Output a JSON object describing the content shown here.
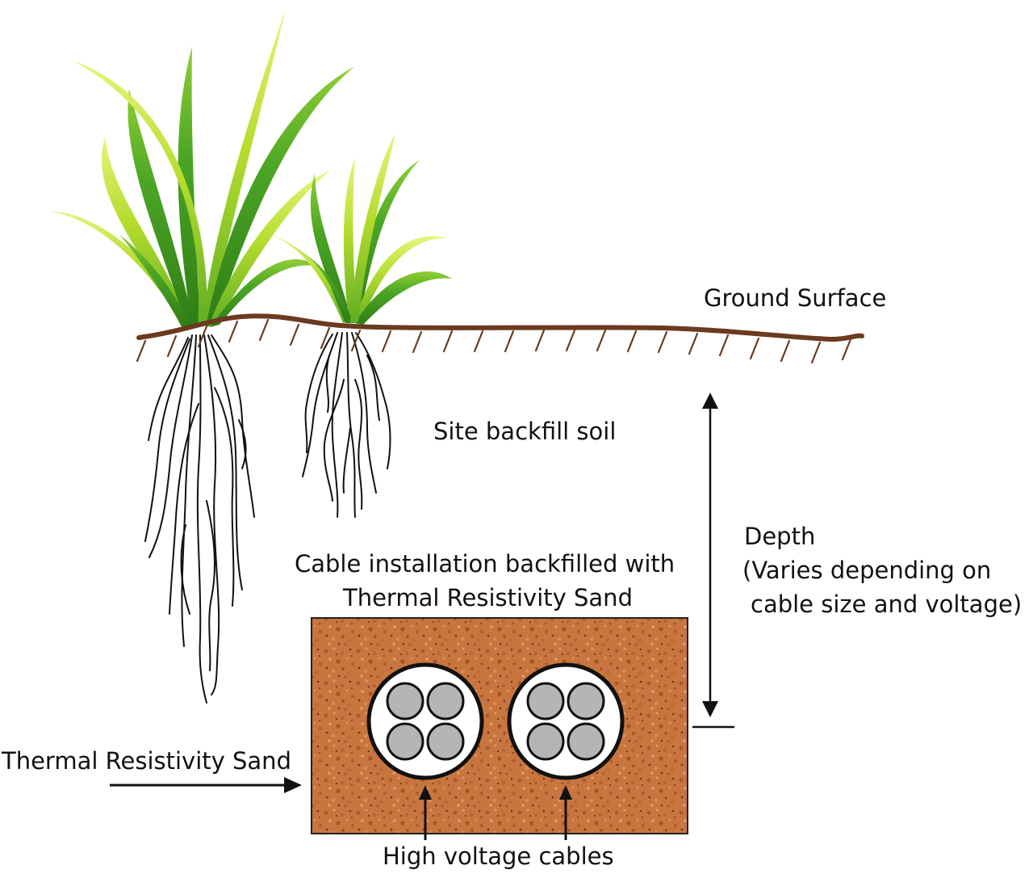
{
  "labels": {
    "ground_surface": "Ground Surface",
    "site_soil": "Site backfill soil",
    "depth_title": "Depth",
    "depth_note_line1": "(Varies depending on",
    "depth_note_line2": "cable size and voltage)",
    "installation_line1": "Cable installation backfilled with",
    "installation_line2": "Thermal Resistivity Sand",
    "sand_pointer": "Thermal Resistivity Sand",
    "cables": "High voltage cables"
  },
  "colors": {
    "soil_line": "#6b3a1f",
    "sand": "#c8753f",
    "conductor": "#b5b5b5",
    "grass_light": "#c9e63a",
    "grass_dark": "#3f9a1e",
    "ink": "#111111"
  }
}
